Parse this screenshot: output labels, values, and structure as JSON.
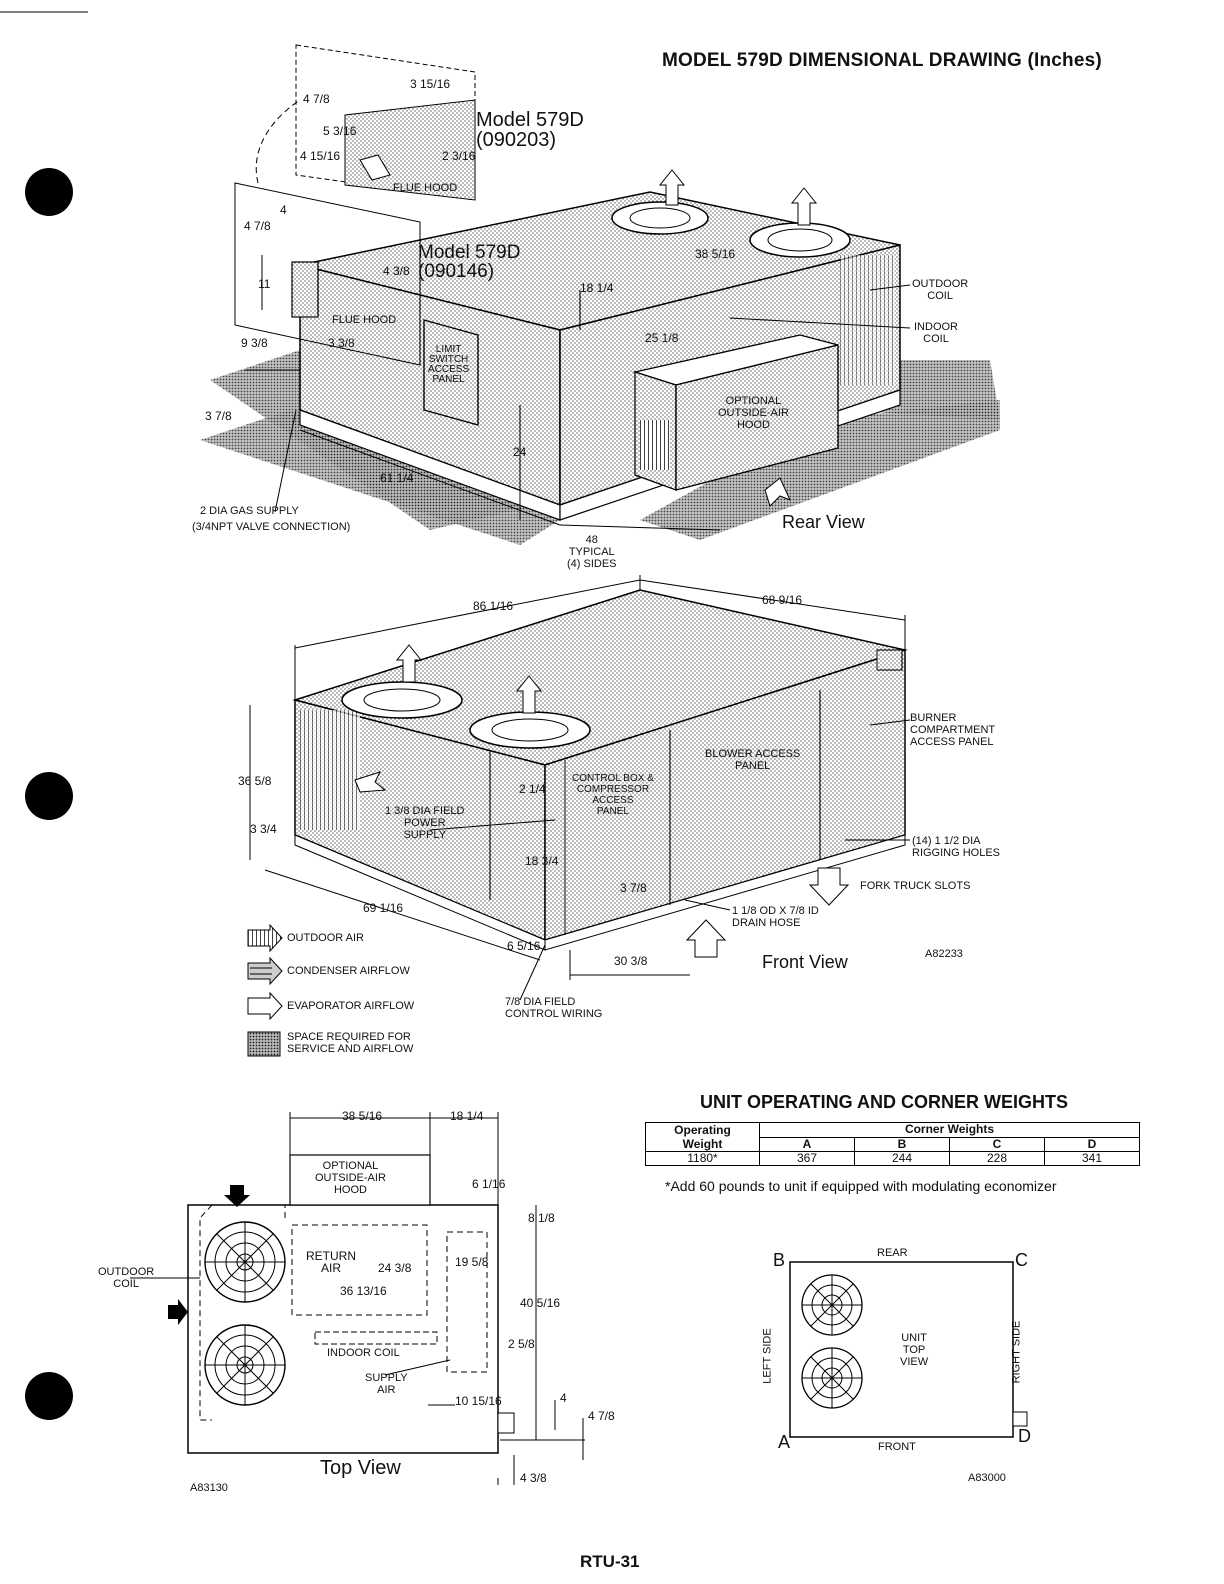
{
  "page": {
    "title": "MODEL 579D DIMENSIONAL DRAWING (Inches)",
    "footer": "RTU-31"
  },
  "rear_view": {
    "view_label": "Rear View",
    "model_a": "Model 579D",
    "model_a_code": "(090203)",
    "model_b": "Model 579D",
    "model_b_code": "(090146)",
    "flue_hood_a": "FLUE HOOD",
    "flue_hood_b": "FLUE HOOD",
    "outdoor_coil": "OUTDOOR\nCOIL",
    "indoor_coil": "INDOOR\nCOIL",
    "limit_switch": "LIMIT\nSWITCH\nACCESS\nPANEL",
    "optional_hood": "OPTIONAL\nOUTSIDE-AIR\nHOOD",
    "gas_supply": "2 DIA GAS SUPPLY",
    "gas_valve": "(3/4NPT VALVE CONNECTION)",
    "typical": "48\nTYPICAL\n(4) SIDES",
    "dims": {
      "d1": "4 7/8",
      "d2": "3 15/16",
      "d3": "5 3/16",
      "d4": "4 15/16",
      "d5": "2 3/16",
      "d6": "4",
      "d7": "4 7/8",
      "d8": "11",
      "d9": "4 3/8",
      "d10": "9 3/8",
      "d11": "3 3/8",
      "d12": "3 7/8",
      "d13": "61 1/4",
      "d14": "24",
      "d15": "18 1/4",
      "d16": "38 5/16",
      "d17": "25 1/8"
    }
  },
  "front_view": {
    "view_label": "Front View",
    "code": "A82233",
    "burner": "BURNER\nCOMPARTMENT\nACCESS PANEL",
    "blower": "BLOWER ACCESS\nPANEL",
    "control_box": "CONTROL BOX &\nCOMPRESSOR\nACCESS\nPANEL",
    "field_power": "1 3/8 DIA FIELD\nPOWER\nSUPPLY",
    "rigging": "(14) 1 1/2 DIA\nRIGGING HOLES",
    "fork_truck": "FORK TRUCK SLOTS",
    "drain_hose": "1 1/8 OD x 7/8 ID\nDRAIN HOSE",
    "field_wiring": "7/8 DIA FIELD\nCONTROL WIRING",
    "dims": {
      "d1": "86 1/16",
      "d2": "68 9/16",
      "d3": "36 5/8",
      "d4": "3 3/4",
      "d5": "69 1/16",
      "d6": "2 1/4",
      "d7": "18 3/4",
      "d8": "3 7/8",
      "d9": "6 5/16",
      "d10": "30 3/8"
    }
  },
  "legend": {
    "outdoor_air": "OUTDOOR AIR",
    "condenser": "CONDENSER AIRFLOW",
    "evaporator": "EVAPORATOR AIRFLOW",
    "space": "SPACE REQUIRED FOR\nSERVICE AND AIRFLOW"
  },
  "top_view": {
    "view_label": "Top View",
    "code": "A83130",
    "optional_hood": "OPTIONAL\nOUTSIDE-AIR\nHOOD",
    "outdoor_coil": "OUTDOOR\nCOIL",
    "return_air": "RETURN\nAIR",
    "indoor_coil": "INDOOR COIL",
    "supply_air": "SUPPLY\nAIR",
    "dims": {
      "d1": "38 5/16",
      "d2": "18 1/4",
      "d3": "6 1/16",
      "d4": "8 1/8",
      "d5": "24 3/8",
      "d6": "19 5/8",
      "d7": "36 13/16",
      "d8": "40 5/16",
      "d9": "2 5/8",
      "d10": "10 15/16",
      "d11": "4",
      "d12": "4 7/8",
      "d13": "4 3/8"
    }
  },
  "weights": {
    "title": "UNIT OPERATING AND CORNER WEIGHTS",
    "operating_header": "Operating\nWeight",
    "corner_header": "Corner Weights",
    "cols": [
      "A",
      "B",
      "C",
      "D"
    ],
    "operating": "1180*",
    "values": [
      "367",
      "244",
      "228",
      "341"
    ],
    "note": "*Add 60 pounds to unit if equipped with modulating economizer"
  },
  "unit_top": {
    "code": "A83000",
    "rear": "REAR",
    "front": "FRONT",
    "left": "LEFT SIDE",
    "right": "RIGHT SIDE",
    "center": "UNIT\nTOP\nVIEW",
    "a": "A",
    "b": "B",
    "c": "C",
    "d": "D"
  }
}
